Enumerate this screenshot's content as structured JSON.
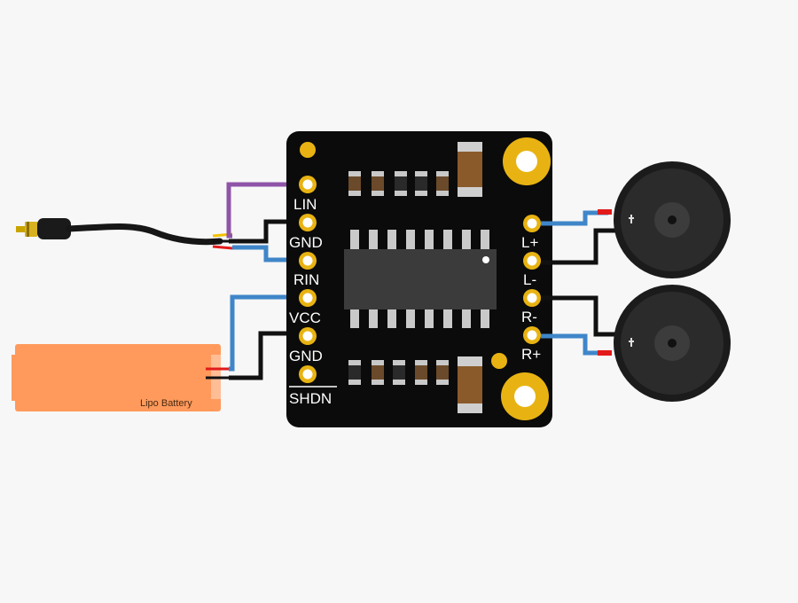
{
  "board": {
    "left_pins": [
      "LIN",
      "GND",
      "RIN",
      "VCC",
      "GND",
      "SHDN"
    ],
    "right_pins": [
      "L+",
      "L-",
      "R-",
      "R+"
    ]
  },
  "battery": {
    "label": "Lipo Battery"
  },
  "colors": {
    "board": "#0b0b0b",
    "pad_gold": "#e8b312",
    "wire_purple": "#8e54a8",
    "wire_blue": "#3f86c9",
    "wire_black": "#111111",
    "wire_red": "#e21a1a",
    "battery_orange": "#ff9a5c",
    "speaker": "#1b1b1b"
  },
  "icons": [
    "audio-jack-icon",
    "speaker-icon",
    "battery-icon",
    "amplifier-chip-icon"
  ]
}
